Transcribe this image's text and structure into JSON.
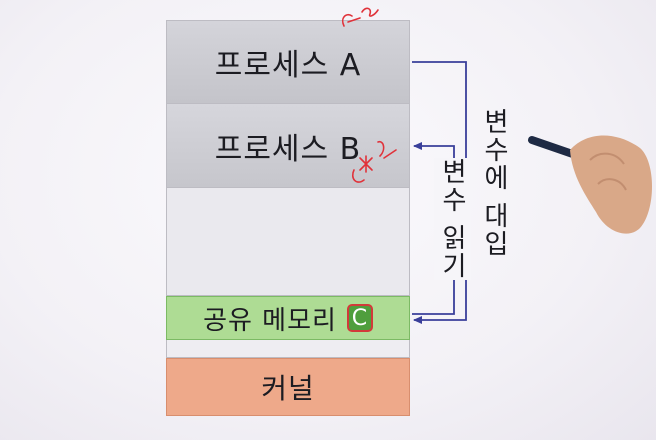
{
  "diagram": {
    "blocks": {
      "process_a": "프로세스 A",
      "process_b": "프로세스 B",
      "shared_memory": "공유 메모리",
      "shared_badge": "C",
      "kernel": "커널"
    },
    "arrows": {
      "write_label": "변수에 대입",
      "read_label": "변수 읽기"
    },
    "colors": {
      "process": "#c8c8ce",
      "shared_memory": "#aedc94",
      "kernel": "#eea98a",
      "arrow": "#3a3f9a",
      "annotation": "#e0323a"
    }
  }
}
